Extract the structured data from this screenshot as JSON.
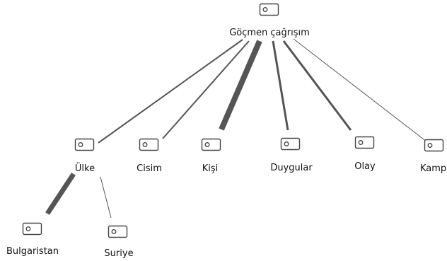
{
  "diagram": {
    "root": {
      "id": "root",
      "label": "Göçmen çağrışım",
      "icon": "tag-icon"
    },
    "nodes": [
      {
        "id": "ulke",
        "label": "Ülke",
        "icon": "tag-icon",
        "parent": "root"
      },
      {
        "id": "cisim",
        "label": "Cisim",
        "icon": "tag-icon",
        "parent": "root"
      },
      {
        "id": "kisi",
        "label": "Kişi",
        "icon": "tag-icon",
        "parent": "root"
      },
      {
        "id": "duygular",
        "label": "Duygular",
        "icon": "tag-icon",
        "parent": "root"
      },
      {
        "id": "olay",
        "label": "Olay",
        "icon": "tag-icon",
        "parent": "root"
      },
      {
        "id": "kamp",
        "label": "Kamp",
        "icon": "tag-icon",
        "parent": "root"
      },
      {
        "id": "bulgaristan",
        "label": "Bulgaristan",
        "icon": "tag-icon",
        "parent": "ulke"
      },
      {
        "id": "suriye",
        "label": "Suriye",
        "icon": "tag-icon",
        "parent": "ulke"
      }
    ],
    "edges": [
      {
        "from": "root",
        "to": "ulke",
        "weight": 2
      },
      {
        "from": "root",
        "to": "cisim",
        "weight": 2
      },
      {
        "from": "root",
        "to": "kisi",
        "weight": 8
      },
      {
        "from": "root",
        "to": "duygular",
        "weight": 3
      },
      {
        "from": "root",
        "to": "olay",
        "weight": 3
      },
      {
        "from": "root",
        "to": "kamp",
        "weight": 1
      },
      {
        "from": "ulke",
        "to": "bulgaristan",
        "weight": 7
      },
      {
        "from": "ulke",
        "to": "suriye",
        "weight": 1
      }
    ],
    "colors": {
      "edge": "#555555",
      "icon": "#444444",
      "text": "#111111"
    }
  }
}
